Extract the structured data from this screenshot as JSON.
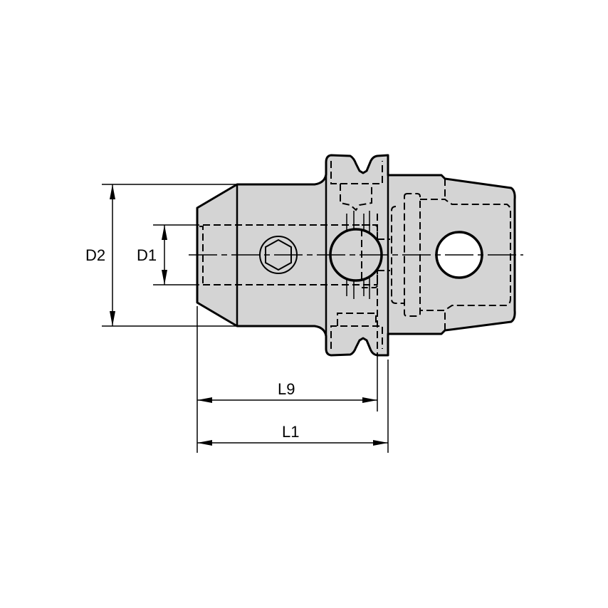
{
  "drawing": {
    "title": "Tool holder technical drawing (side view)",
    "background_color": "#ffffff",
    "part_fill_color": "#d4d4d4",
    "line_color": "#000000"
  },
  "dimensions": {
    "d2": {
      "label": "D2",
      "description": "outer diameter"
    },
    "d1": {
      "label": "D1",
      "description": "bore diameter"
    },
    "l9": {
      "label": "L9",
      "description": "length to flange"
    },
    "l1": {
      "label": "L1",
      "description": "overall length"
    }
  },
  "features": {
    "set_screw": "hex-socket-set-screw",
    "cross_hole_ball": "ball-detent",
    "drive_hole": "through-hole",
    "flange": "v-groove-flange",
    "shank": "tapered-shank"
  }
}
